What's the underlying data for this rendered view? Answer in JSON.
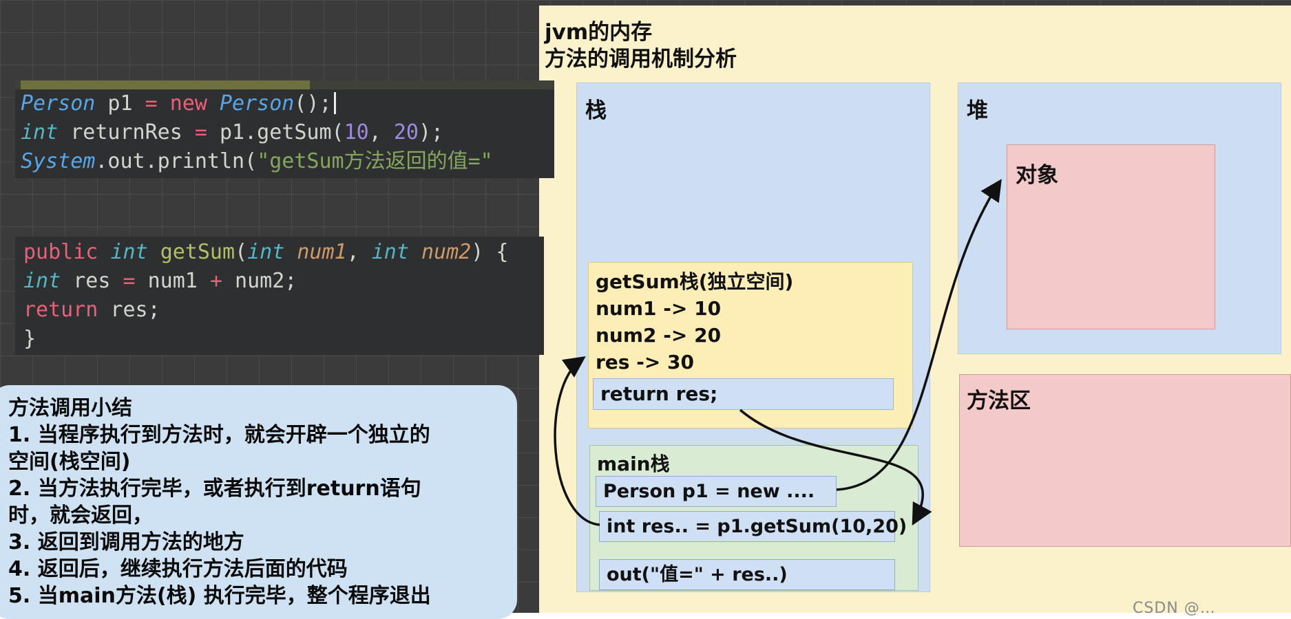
{
  "title": {
    "line1": "jvm的内存",
    "line2": "方法的调用机制分析"
  },
  "code1": {
    "lines": [
      {
        "tokens": [
          [
            "cls",
            "Person"
          ],
          [
            "pl",
            " p1 "
          ],
          [
            "op",
            "="
          ],
          [
            "pl",
            " "
          ],
          [
            "kw",
            "new"
          ],
          [
            "pl",
            " "
          ],
          [
            "cls",
            "Person"
          ],
          [
            "pl",
            "();"
          ],
          [
            "caret",
            ""
          ]
        ]
      },
      {
        "tokens": [
          [
            "kw2",
            "int"
          ],
          [
            "pl",
            " returnRes "
          ],
          [
            "op",
            "="
          ],
          [
            "pl",
            " p1.getSum("
          ],
          [
            "num",
            "10"
          ],
          [
            "pl",
            ", "
          ],
          [
            "num",
            "20"
          ],
          [
            "pl",
            ");"
          ]
        ]
      },
      {
        "tokens": [
          [
            "cls",
            "System"
          ],
          [
            "pl",
            ".out.println("
          ],
          [
            "str",
            "\"getSum方法返回的值=\""
          ]
        ]
      }
    ]
  },
  "code2": {
    "lines": [
      {
        "tokens": [
          [
            "kw",
            "public "
          ],
          [
            "kw2",
            "int "
          ],
          [
            "fn",
            "getSum"
          ],
          [
            "pl",
            "("
          ],
          [
            "kw2",
            "int "
          ],
          [
            "param",
            "num1"
          ],
          [
            "pl",
            ", "
          ],
          [
            "kw2",
            "int "
          ],
          [
            "param",
            "num2"
          ],
          [
            "pl",
            ") {"
          ]
        ]
      },
      {
        "tokens": [
          [
            "pl",
            "    "
          ],
          [
            "kw2",
            "int "
          ],
          [
            "pl",
            "res "
          ],
          [
            "op",
            "="
          ],
          [
            "pl",
            " num1 "
          ],
          [
            "op",
            "+"
          ],
          [
            "pl",
            " num2;"
          ]
        ]
      },
      {
        "tokens": [
          [
            "pl",
            "    "
          ],
          [
            "kw",
            "return"
          ],
          [
            "pl",
            " res;"
          ]
        ]
      },
      {
        "tokens": [
          [
            "pl",
            "}"
          ]
        ]
      }
    ]
  },
  "summary": {
    "title": "方法调用小结",
    "lines": [
      "1. 当程序执行到方法时，就会开辟一个独立的",
      "空间(栈空间)",
      "2. 当方法执行完毕，或者执行到return语句",
      "时，就会返回，",
      "3. 返回到调用方法的地方",
      "4. 返回后，继续执行方法后面的代码",
      "5. 当main方法(栈) 执行完毕，整个程序退出"
    ]
  },
  "diagram": {
    "stack": {
      "label": "栈",
      "getsum_frame": {
        "title": "getSum栈(独立空间)",
        "vars": [
          "num1 -> 10",
          "num2 -> 20",
          "res -> 30"
        ],
        "return_stmt": "return res;"
      },
      "main_frame": {
        "title": "main栈",
        "statements": [
          "Person p1 = new ....",
          "int res.. = p1.getSum(10,20)",
          "out(\"值=\" + res..)"
        ]
      }
    },
    "heap": {
      "label": "堆",
      "object_label": "对象"
    },
    "method_area": {
      "label": "方法区"
    }
  },
  "watermark": "CSDN @…",
  "colors": {
    "panel_bg": "#fbf1ca",
    "stack_bg": "#cdddf2",
    "heap_bg": "#cdddf2",
    "object_bg": "#f3c9c9",
    "method_area_bg": "#f3c9c9",
    "getsum_frame_bg": "#fdedb7",
    "main_frame_bg": "#d9ebd2",
    "statement_bg": "#cfe0f4",
    "summary_bg": "#cfe2f3",
    "code_bg": "#2e2f31",
    "arrow": "#111111"
  }
}
